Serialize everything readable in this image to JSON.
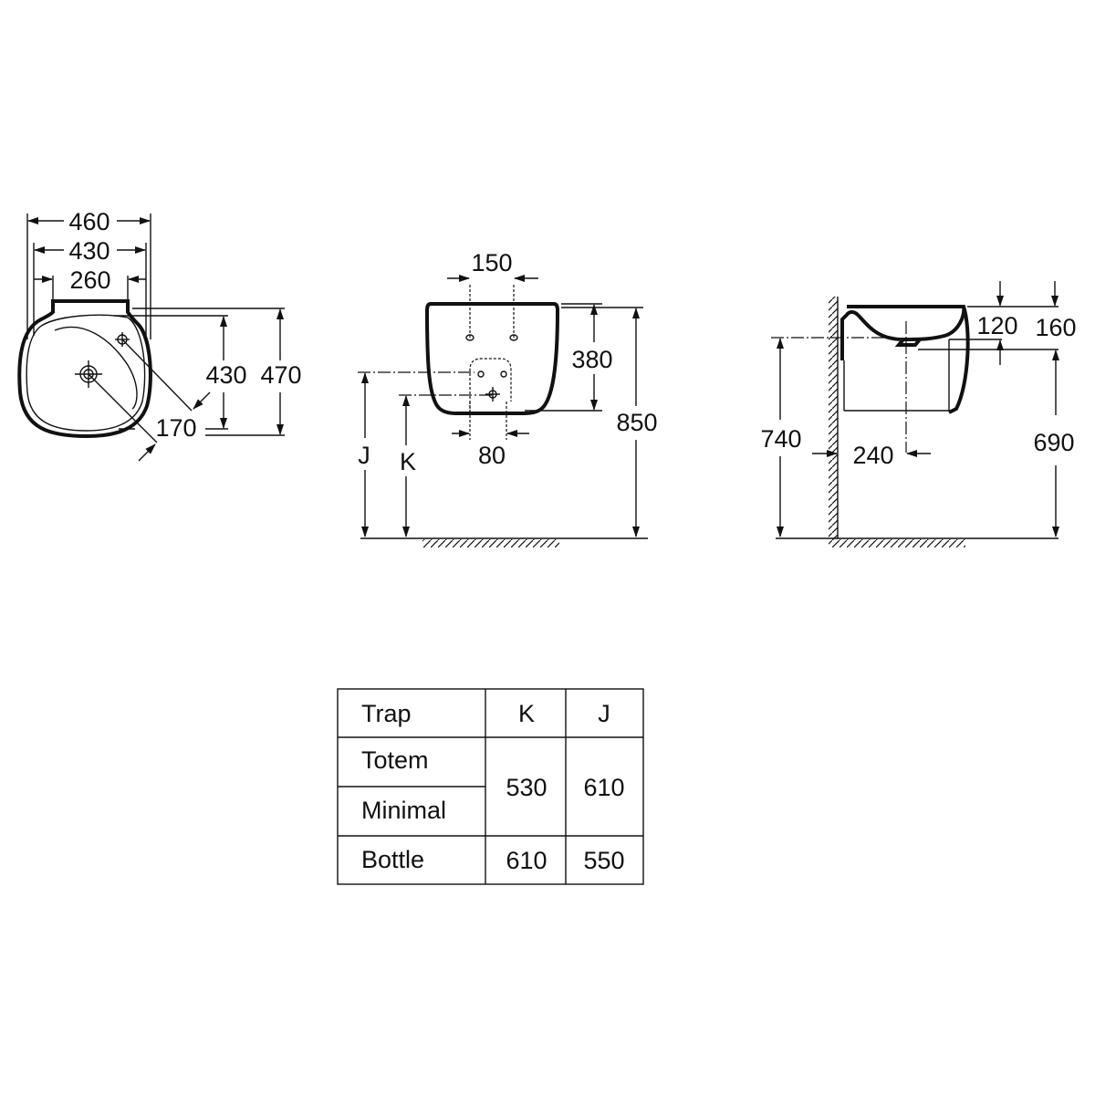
{
  "top_view": {
    "width_outer": "460",
    "width_inner": "430",
    "width_top": "260",
    "depth_inner": "430",
    "depth_outer": "470",
    "tap_to_drain": "170"
  },
  "front_view": {
    "tap_holes": "150",
    "height_bowl": "380",
    "total_height": "850",
    "fixing_holes": "80",
    "label_j": "J",
    "label_k": "K"
  },
  "side_view": {
    "rim_to_drain": "120",
    "rim_to_bottom": "160",
    "rim_height": "740",
    "wall_to_drain": "240",
    "drain_height": "690"
  },
  "table": {
    "headers": [
      "Trap",
      "K",
      "J"
    ],
    "rows": [
      {
        "trap": "Totem"
      },
      {
        "trap": "Minimal"
      },
      {
        "trap": "Bottle",
        "k": "610",
        "j": "550"
      }
    ],
    "merged": {
      "k": "530",
      "j": "610"
    }
  }
}
